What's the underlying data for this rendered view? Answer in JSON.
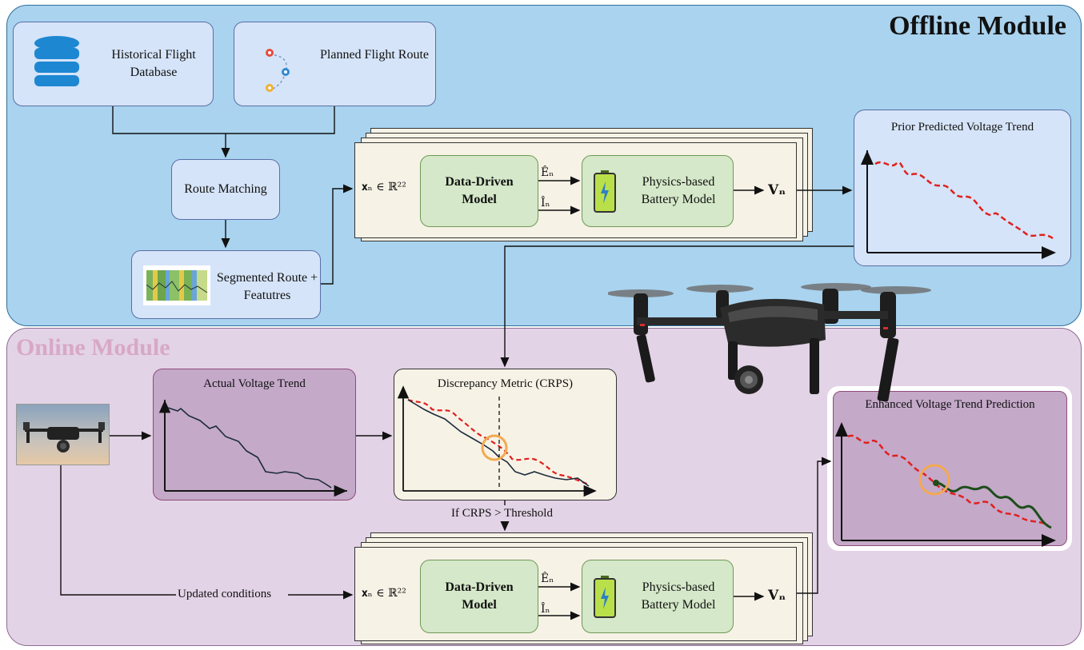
{
  "offline": {
    "title": "Offline Module",
    "historical_db": "Historical Flight Database",
    "planned_route": "Planned Flight Route",
    "route_matching": "Route Matching",
    "segmented_route": "Segmented Route + Featutres",
    "input_vector": "𝐱ₙ ∈ ℝ²²",
    "data_driven_model": "Data-Driven Model",
    "energy_label": "Êₙ",
    "current_label": "Îₙ",
    "battery_model": "Physics-based Battery Model",
    "voltage_label": "Vₙ",
    "prior_trend_title": "Prior Predicted Voltage Trend"
  },
  "online": {
    "title": "Online Module",
    "actual_trend_title": "Actual Voltage Trend",
    "discrepancy_title": "Discrepancy Metric (CRPS)",
    "threshold_label": "If CRPS > Threshold",
    "updated_conditions": "Updated conditions",
    "input_vector": "𝐱ₙ ∈ ℝ²²",
    "data_driven_model": "Data-Driven Model",
    "energy_label": "Êₙ",
    "current_label": "Îₙ",
    "battery_model": "Physics-based Battery Model",
    "voltage_label": "Vₙ",
    "enhanced_trend_title": "Enhanced Voltage Trend Prediction"
  },
  "colors": {
    "offline_bg": "#a9d3ee",
    "online_bg": "#e3d3e6",
    "predicted_line": "#e0201e",
    "actual_line": "#1b2a3c",
    "enhanced_line": "#1e4d1a",
    "highlight_circle": "#f3a94f"
  },
  "icons": [
    "database-icon",
    "route-pins-icon",
    "battery-icon",
    "drone-image",
    "drone-photo"
  ]
}
